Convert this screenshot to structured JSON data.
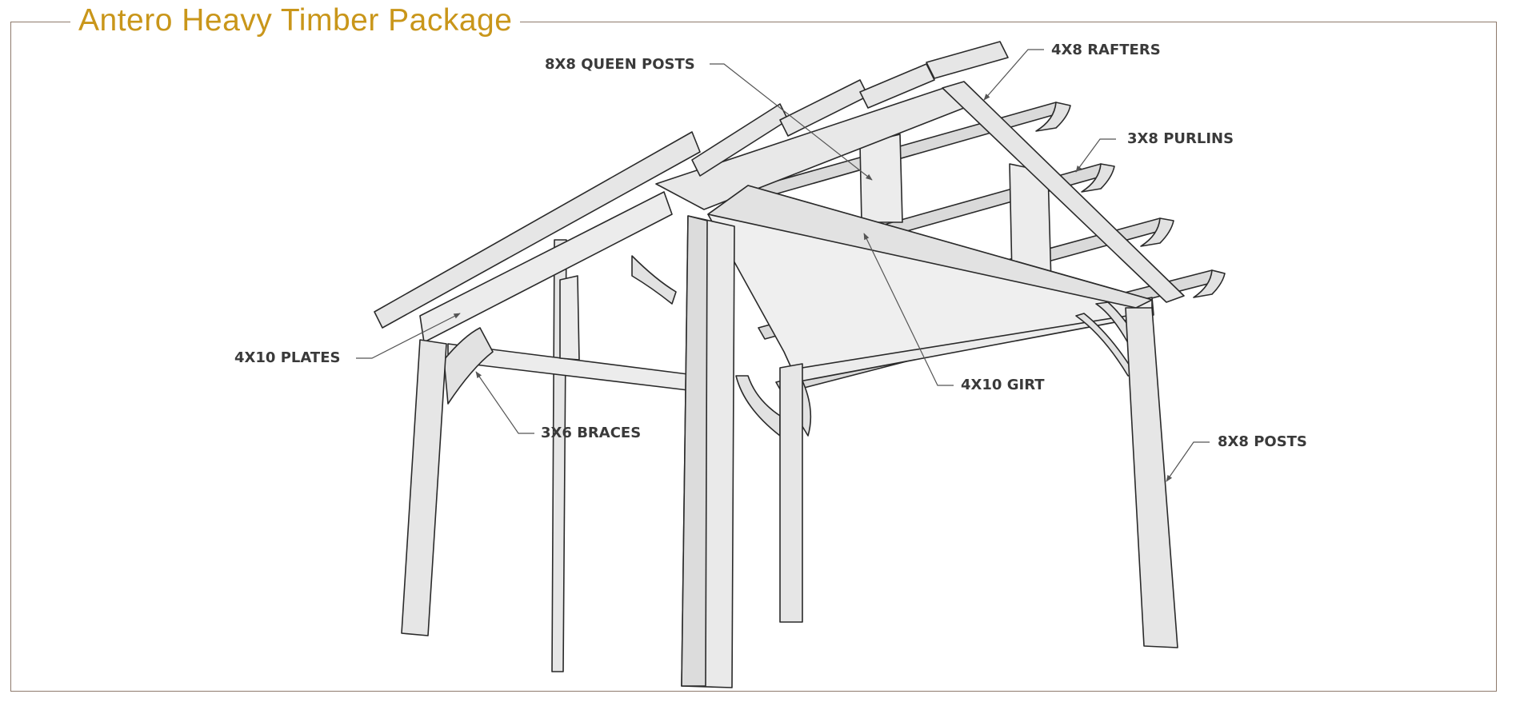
{
  "title": "Antero Heavy Timber Package",
  "colors": {
    "title": "#c9961a",
    "frame": "#8e7a6c",
    "label": "#3a3a3a",
    "timber_light": "#ebebeb",
    "timber_dark": "#dadada",
    "outline": "#2a2a2a"
  },
  "labels": {
    "queen_posts": "8X8 QUEEN POSTS",
    "rafters": "4X8 RAFTERS",
    "purlins": "3X8 PURLINS",
    "plates": "4X10 PLATES",
    "braces": "3X6 BRACES",
    "girt": "4X10 GIRT",
    "posts": "8X8 POSTS"
  }
}
